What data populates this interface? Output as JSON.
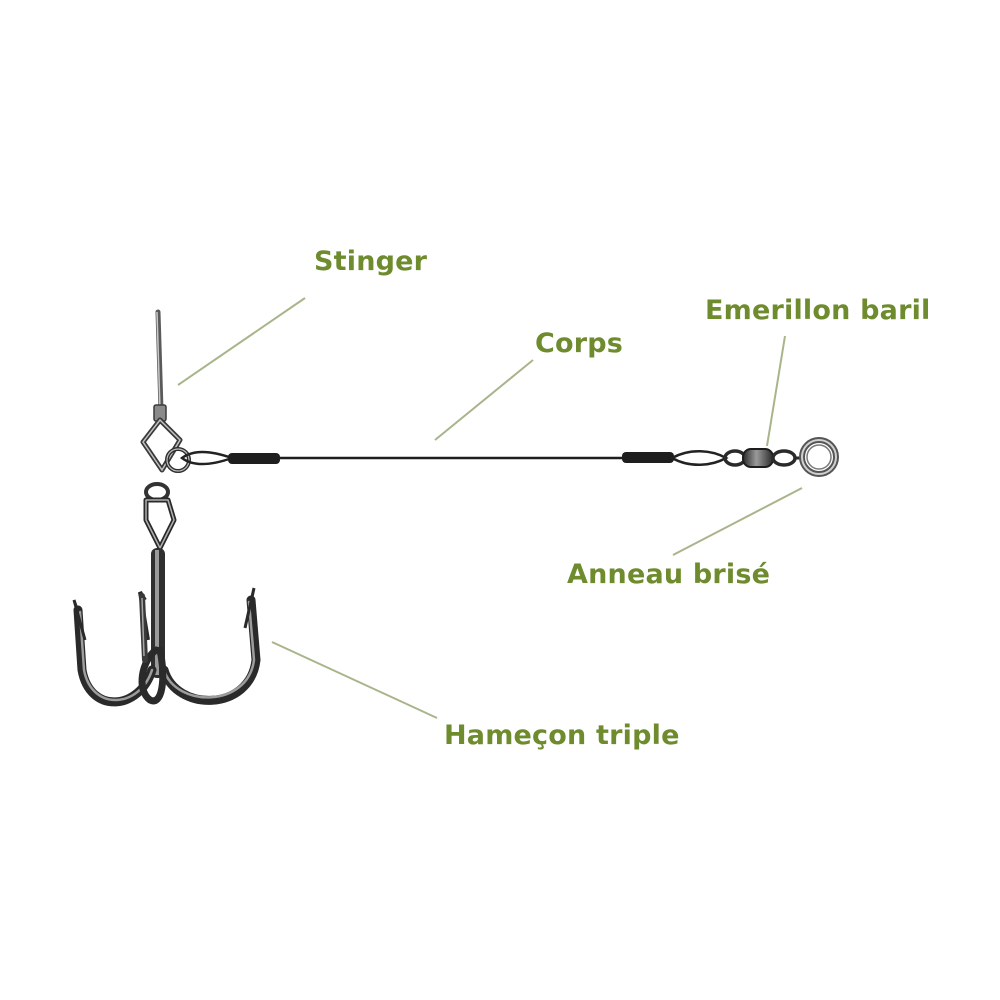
{
  "colors": {
    "label": "#6e8b2e",
    "leader": "#a8b58a",
    "wire": "#1e1e1e",
    "metal_dark": "#3a3a3a",
    "metal_light": "#b9b9b9",
    "background": "#ffffff"
  },
  "labels": {
    "stinger": "Stinger",
    "corps": "Corps",
    "emerillon_baril": "Emerillon baril",
    "anneau_brise": "Anneau brisé",
    "hamecon_triple": "Hameçon triple"
  }
}
